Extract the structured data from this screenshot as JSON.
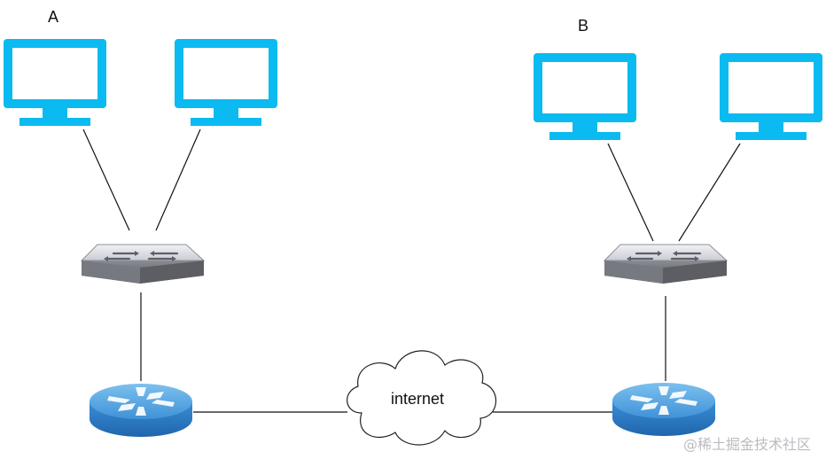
{
  "diagram": {
    "site_a_label": "A",
    "site_b_label": "B",
    "cloud_label": "internet",
    "watermark": "@稀土掘金技术社区"
  },
  "colors": {
    "monitor": "#0abaf0",
    "switch_top": "#e6e8ed",
    "switch_side": "#6d6f76",
    "router_top": "#5aa7e3",
    "router_side": "#2f7fc8",
    "link": "#000000"
  },
  "icons": {
    "monitor": "monitor-icon",
    "switch": "network-switch-icon",
    "router": "router-icon",
    "cloud": "cloud-icon"
  }
}
